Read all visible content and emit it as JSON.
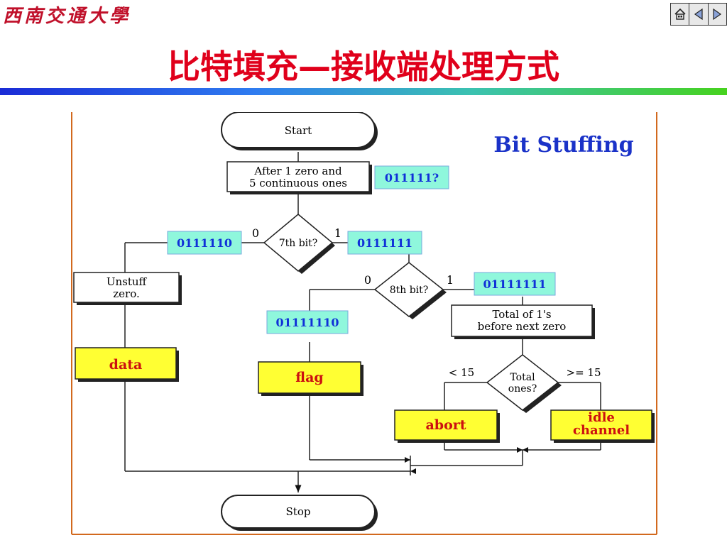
{
  "header": {
    "logo_text": "西南交通大學",
    "title": "比特填充—接收端处理方式",
    "nav_icons": [
      "home-icon",
      "prev-icon",
      "next-icon"
    ]
  },
  "diagram": {
    "heading": "Bit Stuffing",
    "start": "Start",
    "stop": "Stop",
    "step1_line1": "After 1 zero and",
    "step1_line2": "5 continuous ones",
    "tag_011111q": "011111?",
    "decision1": "7th bit?",
    "d1_zero": "0",
    "d1_one": "1",
    "tag_0111110": "0111110",
    "tag_0111111": "0111111",
    "unstuff_line1": "Unstuff",
    "unstuff_line2": "zero.",
    "data": "data",
    "decision2": "8th bit?",
    "d2_zero": "0",
    "d2_one": "1",
    "tag_01111110": "01111110",
    "tag_01111111": "01111111",
    "flag": "flag",
    "total_line1": "Total of 1's",
    "total_line2": "before next zero",
    "decision3_line1": "Total",
    "decision3_line2": "ones?",
    "lt15": "< 15",
    "ge15": ">= 15",
    "abort": "abort",
    "idle_line1": "idle",
    "idle_line2": "channel"
  },
  "colors": {
    "title_red": "#e0001b",
    "tag_bg": "#8ff7dc",
    "tag_text": "#1030d8",
    "action_yellow": "#ffff33",
    "action_text": "#cc1010",
    "heading_blue": "#1a32c8",
    "frame_border": "#d2691e"
  }
}
